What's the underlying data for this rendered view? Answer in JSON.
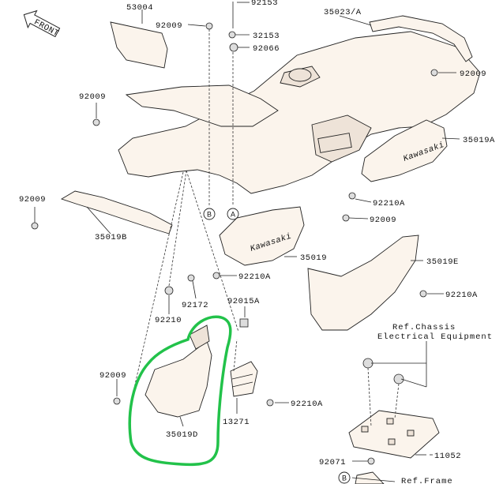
{
  "front_arrow": "FRONT",
  "callouts": {
    "p53004": "53004",
    "p92153": "92153",
    "p35023a": "35023/A",
    "p92009_top": "92009",
    "p32153": "32153",
    "p92066": "92066",
    "p92009_right": "92009",
    "p92009_left": "92009",
    "p35019a": "35019A",
    "p92009_leftlow": "92009",
    "p92210a_1": "92210A",
    "p92009_mid": "92009",
    "p35019b": "35019B",
    "p35019": "35019",
    "p35019e": "35019E",
    "p92210a_2": "92210A",
    "p92210a_3": "92210A",
    "p92172": "92172",
    "p92015a": "92015A",
    "p92210": "92210",
    "p92009_bottom": "92009",
    "p92210a_4": "92210A",
    "p13271": "13271",
    "p35019d": "35019D",
    "p11052": "11052",
    "p92071": "92071",
    "ref_chassis_1": "Ref.Chassis",
    "ref_chassis_2": "Electrical Equipment",
    "ref_frame": "Ref.Frame",
    "marker_a": "A",
    "marker_b": "B",
    "marker_b2": "B"
  },
  "brand_text": "Kawasaki",
  "colors": {
    "highlight": "#22c24a",
    "line": "#222222"
  }
}
